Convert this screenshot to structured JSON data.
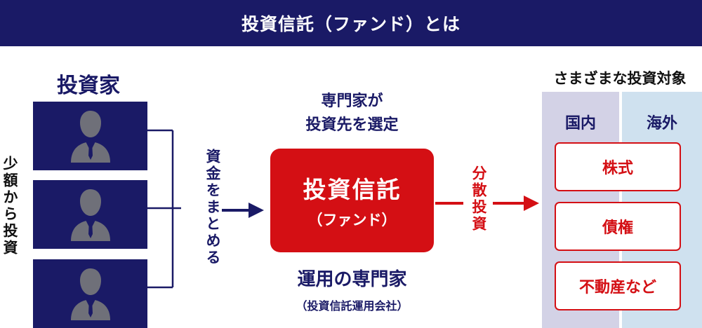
{
  "header": {
    "title": "投資信託（ファンド）とは"
  },
  "investors": {
    "title": "投資家",
    "side_label": "少額から投資",
    "panel_count": 3
  },
  "pooling": {
    "label": "資金をまとめる"
  },
  "selection": {
    "line1": "専門家が",
    "line2": "投資先を選定"
  },
  "fund": {
    "title": "投資信託",
    "subtitle": "（ファンド）"
  },
  "manager": {
    "title": "運用の専門家",
    "subtitle": "（投資信託運用会社）"
  },
  "diversify": {
    "label": "分散投資"
  },
  "targets": {
    "title": "さまざまな投資対象",
    "domestic_label": "国内",
    "overseas_label": "海外",
    "items": [
      "株式",
      "債権",
      "不動産など"
    ]
  },
  "colors": {
    "navy": "#1a1a66",
    "red": "#d40f14",
    "domestic_bg": "#d3d2e6",
    "overseas_bg": "#cfe1ef"
  },
  "icons": [
    "person-silhouette-icon",
    "arrow-right-icon"
  ]
}
